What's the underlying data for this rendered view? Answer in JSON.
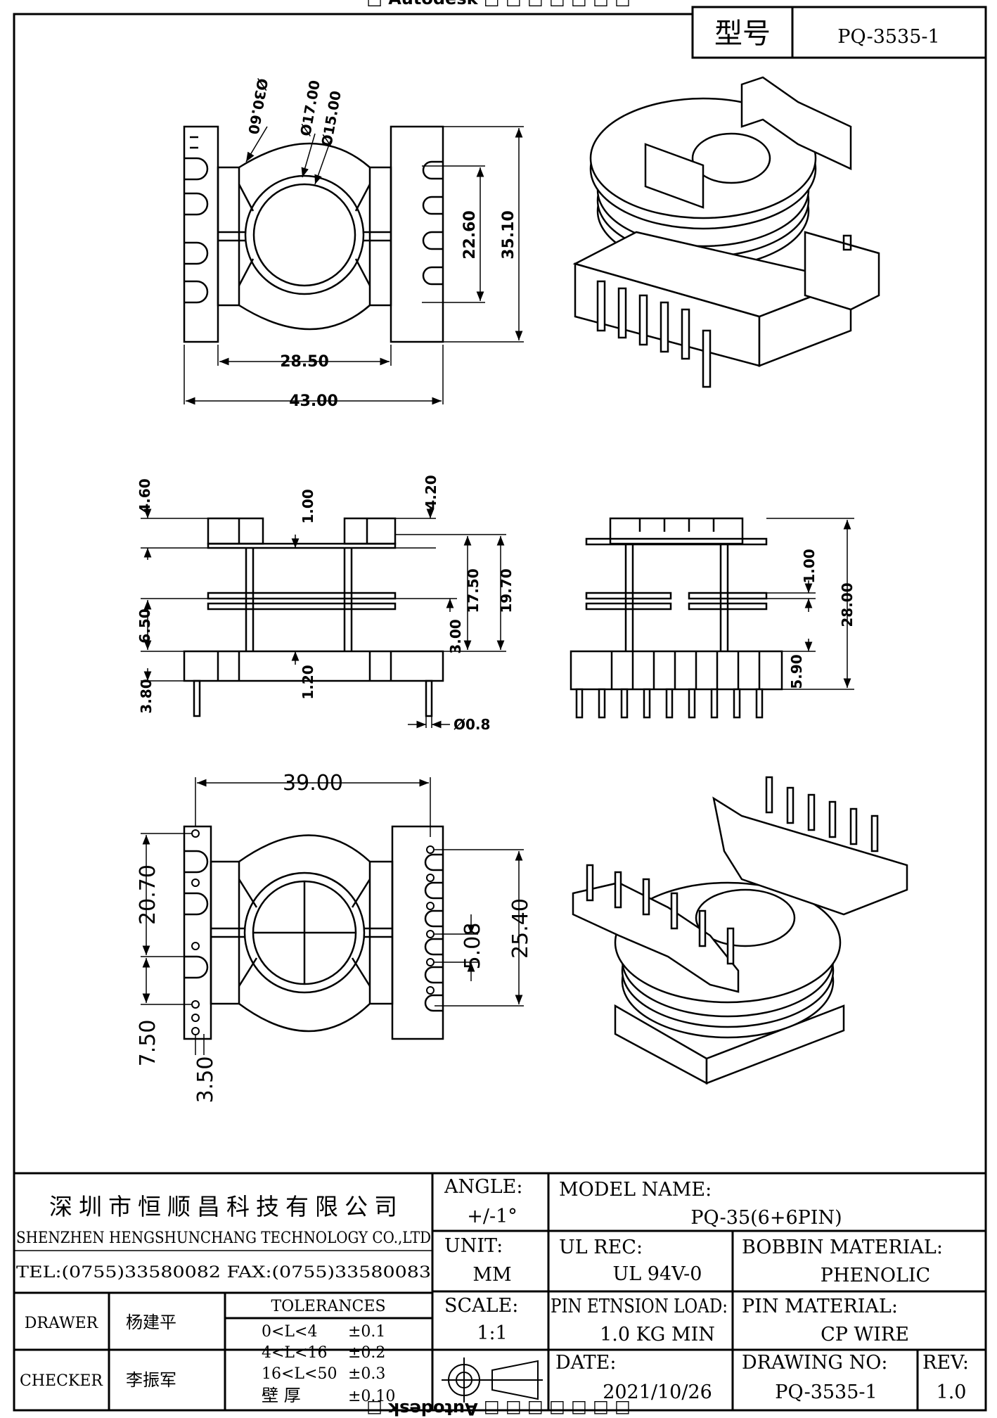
{
  "watermark_top": "□ Autodesk □ □ □ □ □ □ □",
  "watermark_bottom": "□ □ □ □ □ □ □ Autodesk □",
  "header": {
    "model_label": "型号",
    "model_value": "PQ-3535-1"
  },
  "top_view_dims": {
    "d30": "Ø30.60",
    "d17": "Ø17.00",
    "d15": "Ø15.00",
    "h22": "22.60",
    "h35": "35.10",
    "w28": "28.50",
    "w43": "43.00"
  },
  "side_view_dims": {
    "t460": "4.60",
    "t100": "1.00",
    "t420": "4.20",
    "t1750": "17.50",
    "t1970": "19.70",
    "t650": "6.50",
    "t300": "3.00",
    "t120": "1.20",
    "t380": "3.80",
    "t08": "Ø0.8"
  },
  "front_view_dims": {
    "f100": "1.00",
    "f2800": "28.00",
    "f590": "5.90"
  },
  "bottom_view_dims": {
    "b3900": "39.00",
    "b2070": "20.70",
    "b508": "5.08",
    "b2540": "25.40",
    "b750": "7.50",
    "b350": "3.50"
  },
  "company": {
    "name_cn": "深圳市恒顺昌科技有限公司",
    "name_en": "SHENZHEN HENGSHUNCHANG TECHNOLOGY CO.,LTD",
    "contact": "TEL:(0755)33580082 FAX:(0755)33580083"
  },
  "title_block": {
    "angle_label": "ANGLE:",
    "angle_value": "+/-1°",
    "unit_label": "UNIT:",
    "unit_value": "MM",
    "scale_label": "SCALE:",
    "scale_value": "1:1",
    "model_name_label": "MODEL NAME:",
    "model_name_value": "PQ-35(6+6PIN)",
    "ul_label": "UL REC:",
    "ul_value": "UL 94V-0",
    "bobbin_label": "BOBBIN MATERIAL:",
    "bobbin_value": "PHENOLIC",
    "pin_load_label": "PIN ETNSION LOAD:",
    "pin_load_value": "1.0 KG MIN",
    "pin_material_label": "PIN MATERIAL:",
    "pin_material_value": "CP WIRE",
    "date_label": "DATE:",
    "date_value": "2021/10/26",
    "drawing_no_label": "DRAWING NO:",
    "drawing_no_value": "PQ-3535-1",
    "rev_label": "REV:",
    "rev_value": "1.0",
    "drawer_label": "DRAWER",
    "drawer_value": "杨建平",
    "checker_label": "CHECKER",
    "checker_value": "李振军",
    "tolerances_label": "TOLERANCES",
    "tol_r1": "0<L<4",
    "tol_v1": "±0.1",
    "tol_r2": "4<L<16",
    "tol_v2": "±0.2",
    "tol_r3": "16<L<50",
    "tol_v3": "±0.3",
    "tol_r4": "壁 厚",
    "tol_v4": "±0.10"
  }
}
